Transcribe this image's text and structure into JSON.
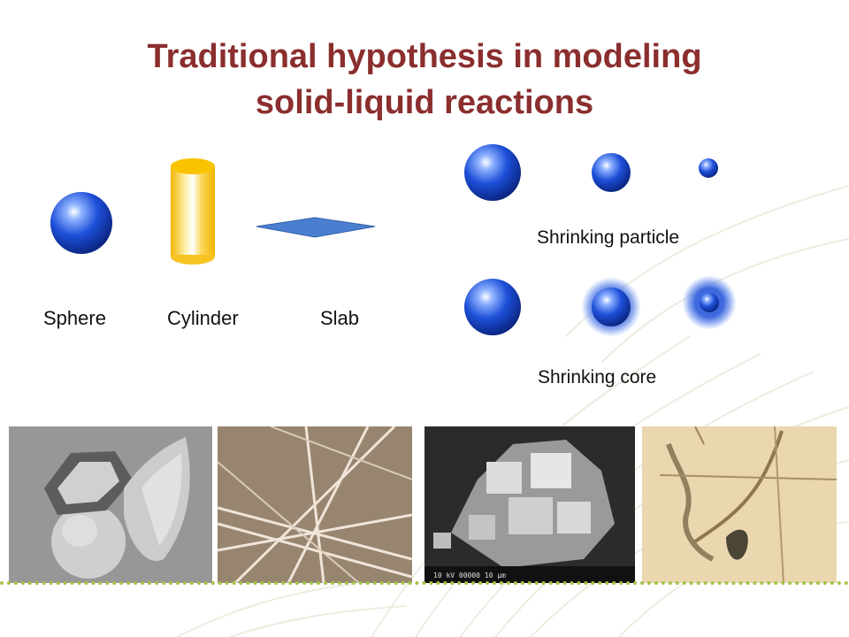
{
  "slide": {
    "title_line1": "Traditional hypothesis in modeling",
    "title_line2": "solid-liquid reactions"
  },
  "geometries": {
    "sphere_label": "Sphere",
    "cylinder_label": "Cylinder",
    "slab_label": "Slab"
  },
  "models": {
    "shrinking_particle_label": "Shrinking particle",
    "shrinking_core_label": "Shrinking core"
  },
  "colors": {
    "title": "#8b2e2e",
    "sphere_blue": "#1440c8",
    "cylinder_yellow": "#f5c21b",
    "slab_blue": "#4a7fd0",
    "accent_green": "#a5c24a"
  },
  "photos": {
    "photo4_micrograph_caption": "10 kV   00000   10 µm"
  }
}
